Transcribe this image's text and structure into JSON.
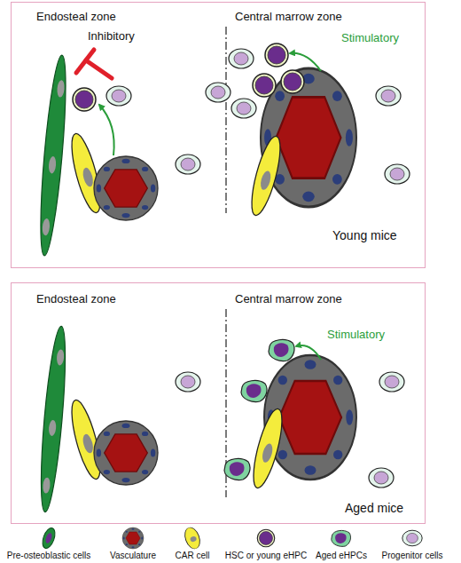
{
  "diagram": {
    "nodes": [
      {
        "text": [
          "Endosteal zone",
          "Central marrow zone",
          "Inhibitory",
          "Stimulatory",
          "Young mice"
        ]
      },
      {
        "text": [
          "Endosteal zone",
          "Central marrow zone",
          "Stimulatory",
          "Aged mice"
        ]
      }
    ],
    "legend": [
      {
        "text": "Pre-osteoblastic cells"
      },
      {
        "text": "Vasculature"
      },
      {
        "text": "CAR cell"
      },
      {
        "text": "HSC or young eHPC"
      },
      {
        "text": "Aged eHPCs"
      },
      {
        "text": "Progenitor cells"
      }
    ]
  }
}
